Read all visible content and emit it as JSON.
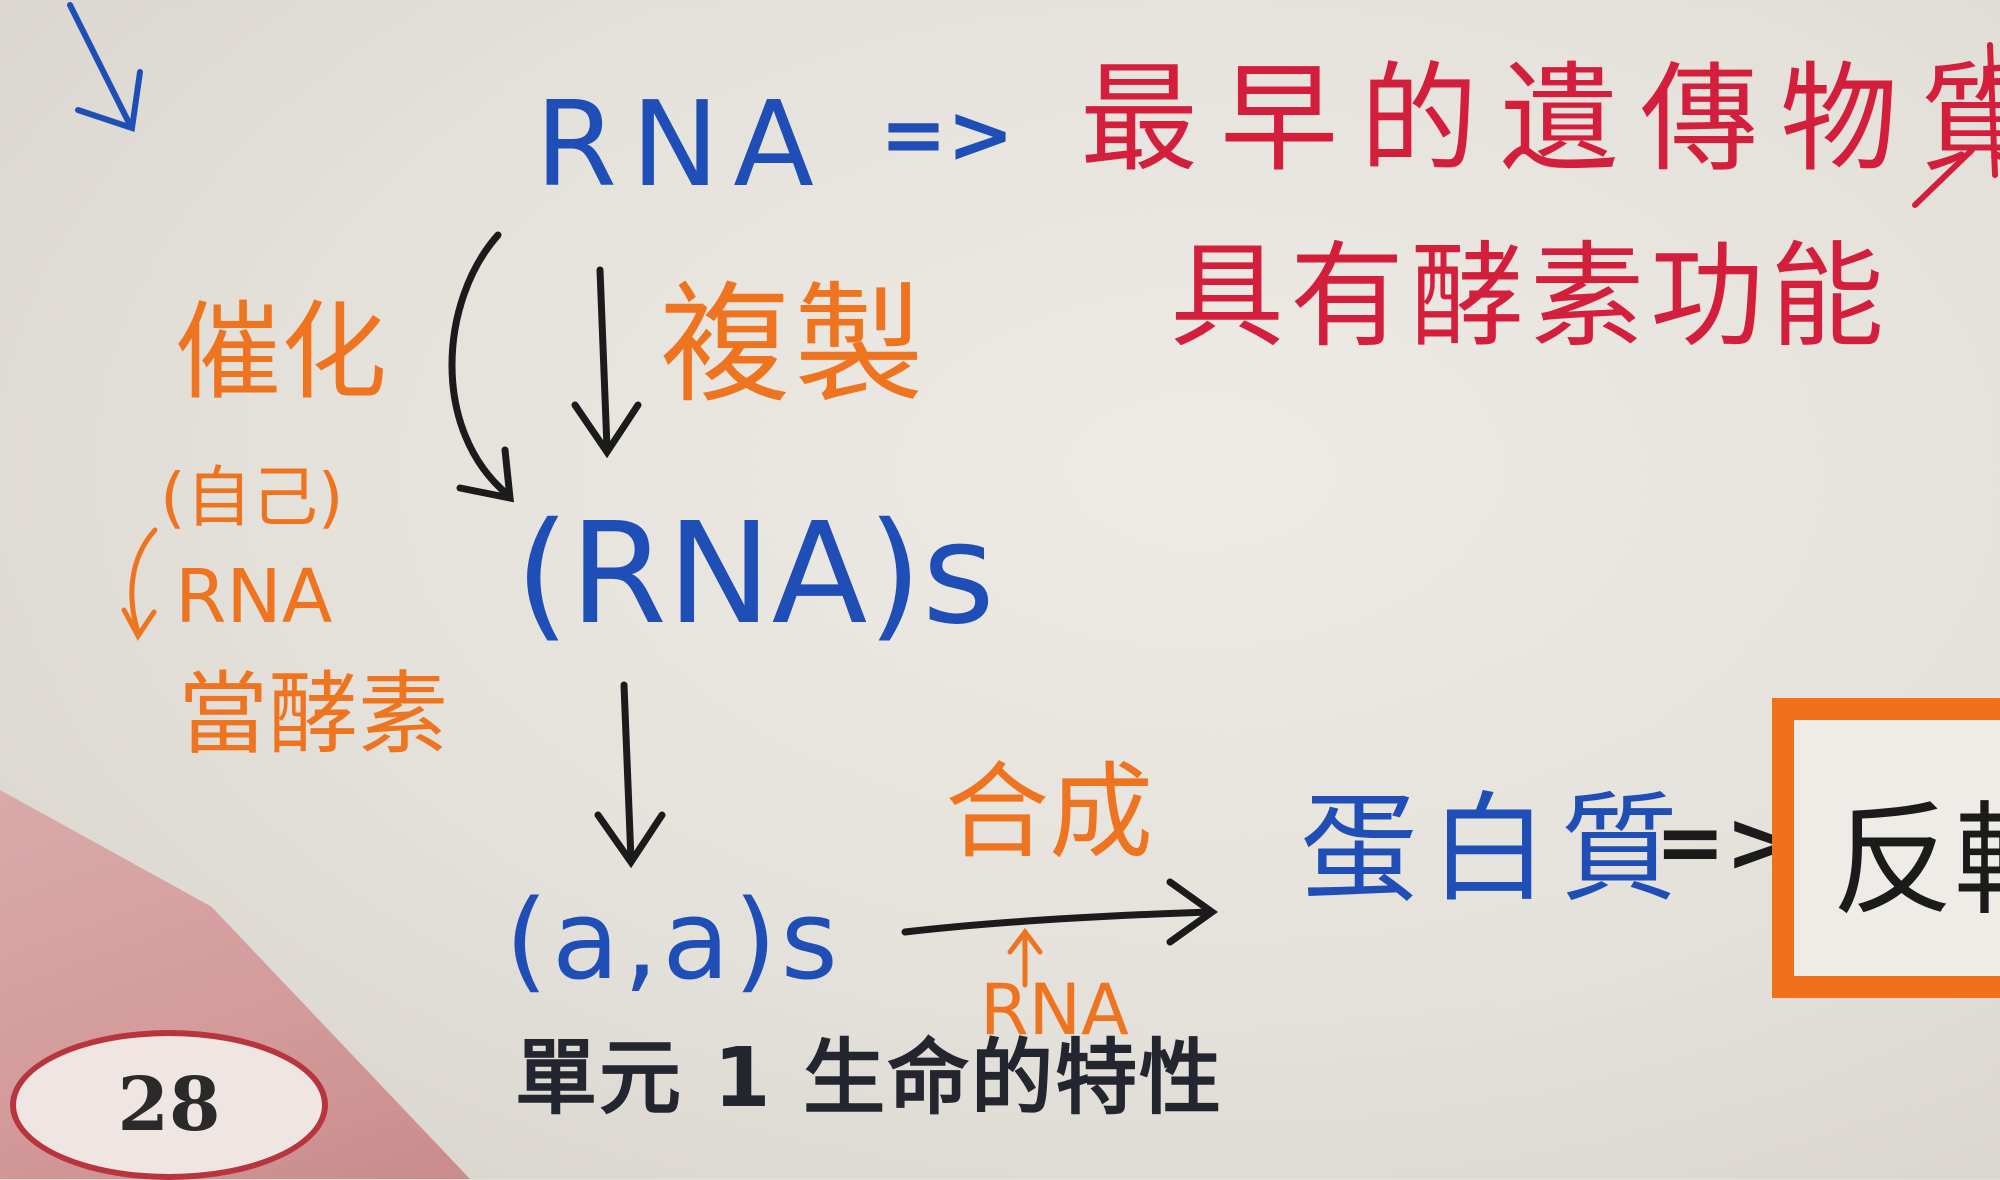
{
  "notes": {
    "rna": "RNA",
    "implies_1": "=>",
    "earliest_genetic": "最早的遺傳物質",
    "enzyme_function": "具有酵素功能",
    "catalyze": "催化",
    "self": "(自己)",
    "rna_small": "RNA",
    "as_enzyme": "當酵素",
    "replicate": "複製",
    "rnas": "(RNA)s",
    "aas": "(a,a)s",
    "synthesize": "合成",
    "rna_under_arrow": "RNA",
    "protein": "蛋白質",
    "implies_2": "=>",
    "boxed_result": "反轉"
  },
  "footer": {
    "page_number": "28",
    "unit_title": "單元 1  生命的特性"
  },
  "colors": {
    "blue_ink": "#1f4fb6",
    "red_ink": "#d41f3c",
    "orange_ink": "#ee7420",
    "black_ink": "#1b1b1b",
    "page_tab": "#d39a9a",
    "oval_border": "#b8353e"
  }
}
